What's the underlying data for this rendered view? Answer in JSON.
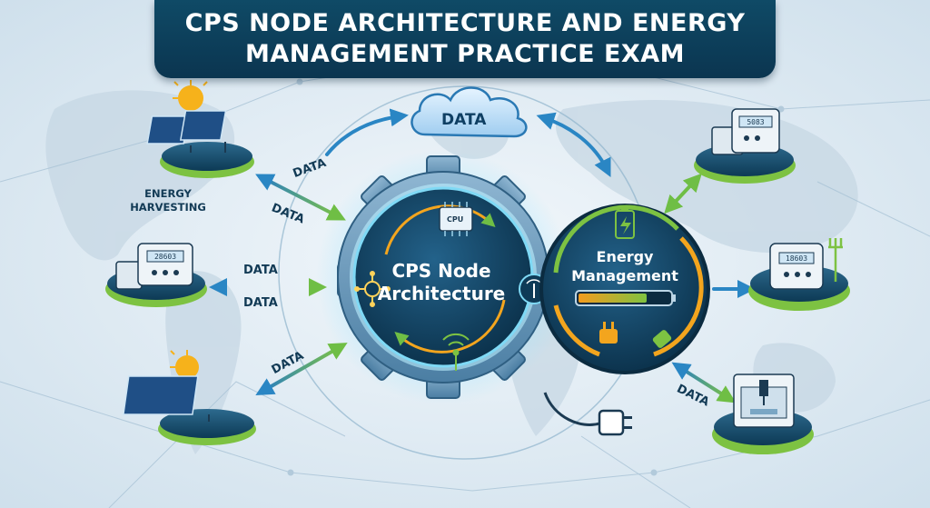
{
  "title": {
    "line1": "CPS NODE ARCHITECTURE AND ENERGY",
    "line2": "MANAGEMENT PRACTICE EXAM"
  },
  "cloud": {
    "label": "DATA"
  },
  "center": {
    "cps": {
      "line1": "CPS Node",
      "line2": "Architecture"
    },
    "cpu_label": "CPU",
    "energy": {
      "line1": "Energy",
      "line2": "Management"
    }
  },
  "left_nodes": {
    "energy_harvesting": {
      "line1": "ENERGY",
      "line2": "HARVESTING"
    }
  },
  "data_labels": {
    "top_left_1": "DATA",
    "top_left_2": "DATA",
    "mid_left_1": "DATA",
    "mid_left_2": "DATA",
    "bottom_left": "DATA",
    "bottom_right": "DATA"
  },
  "meter_readings": {
    "top_right": "5083",
    "mid_left": "28603",
    "mid_right": "18603"
  },
  "colors": {
    "banner": "#0b3550",
    "gear": "#5e90b3",
    "core": "#0e3a57",
    "accent_green": "#7dc242",
    "accent_blue": "#1f86c8",
    "battery_orange": "#f3a51e",
    "sun": "#f6b21b"
  },
  "icons": [
    "sun-icon",
    "solar-panel-icon",
    "smart-meter-icon",
    "cpu-icon",
    "sensor-node-icon",
    "antenna-icon",
    "battery-icon",
    "power-plug-icon",
    "cnc-machine-icon",
    "cloud-icon",
    "gear-icon"
  ]
}
